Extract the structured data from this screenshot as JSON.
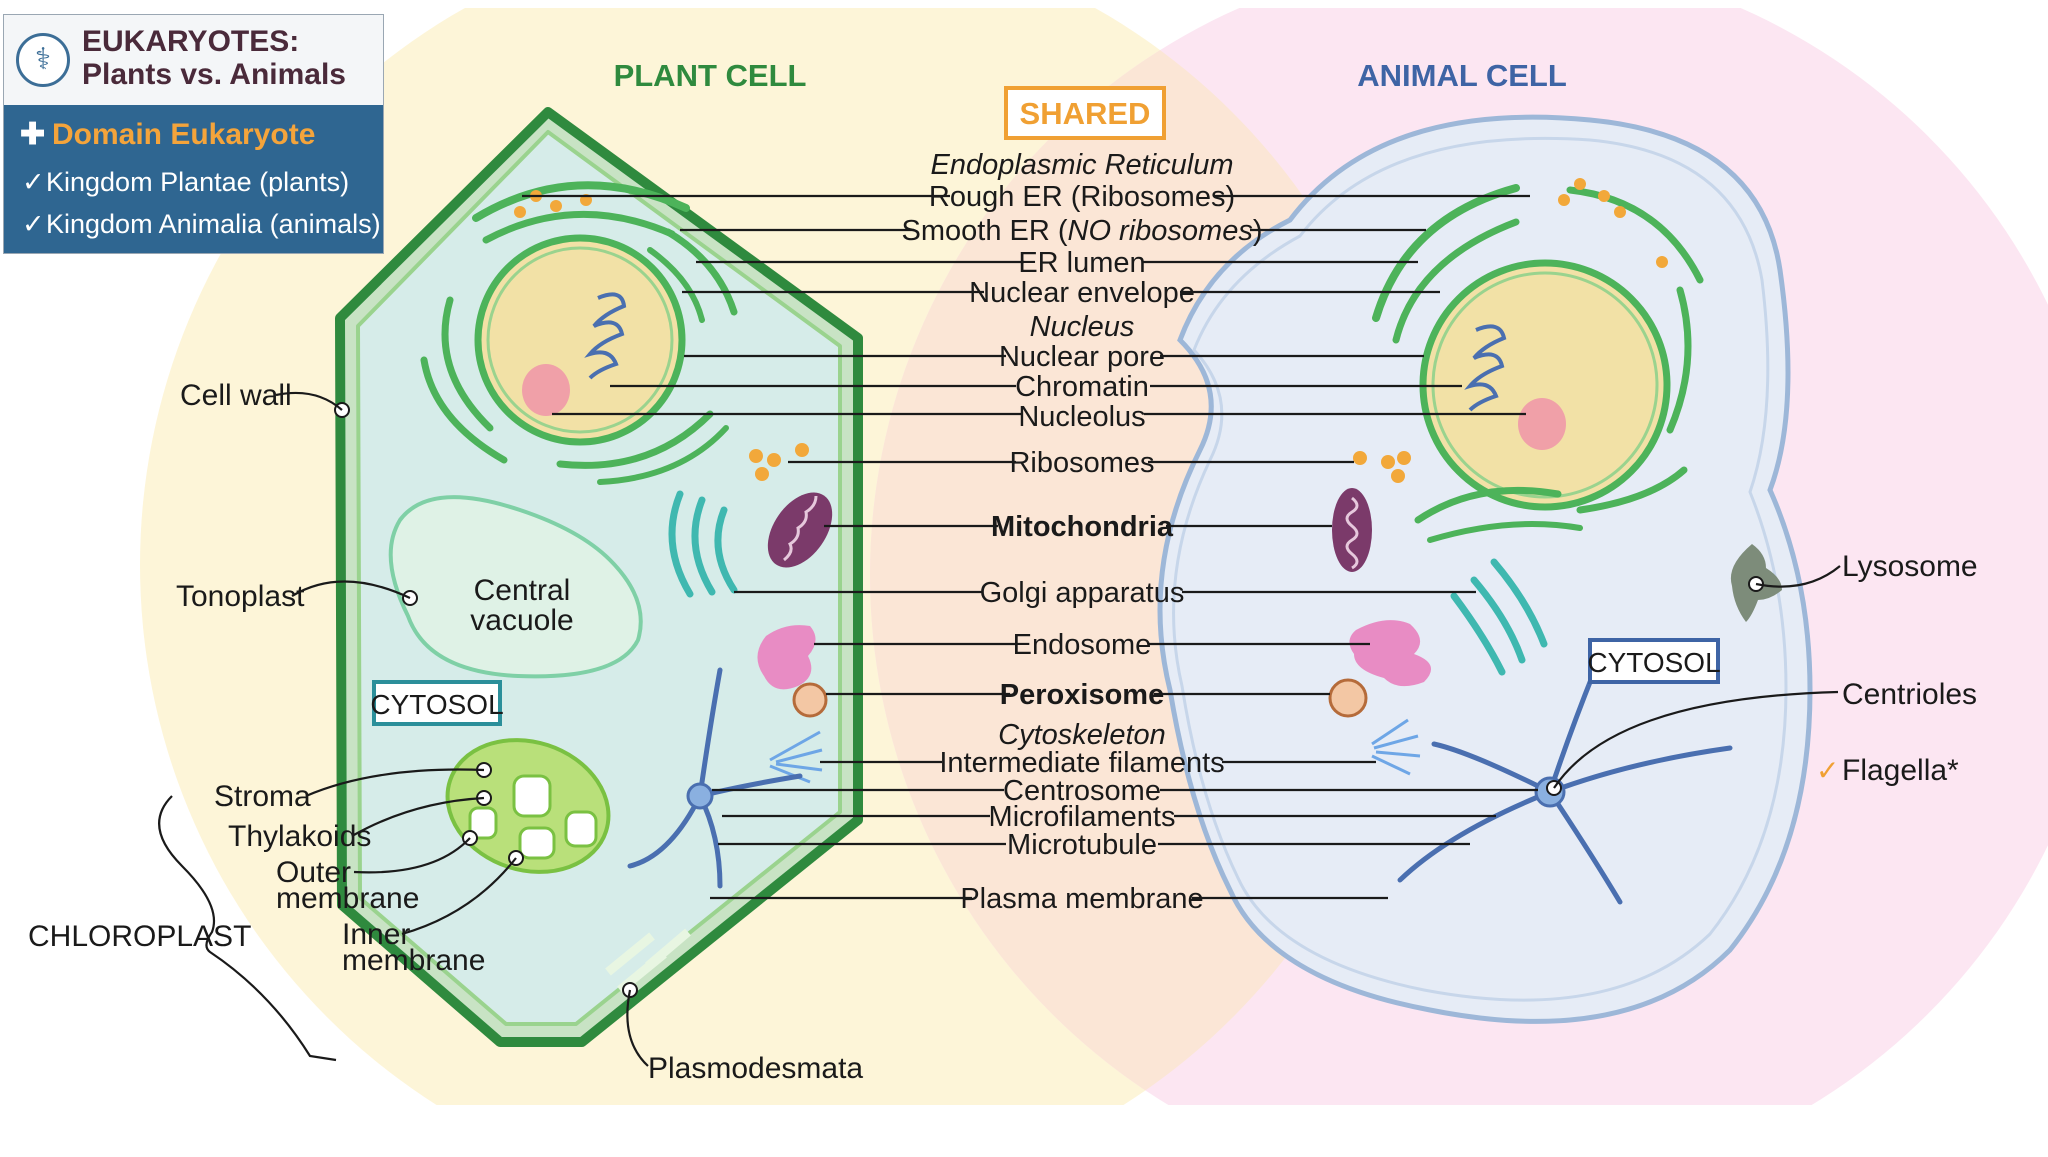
{
  "title_card": {
    "icon": "caduceus-icon",
    "title_line1": "EUKARYOTES:",
    "title_line2": "Plants vs. Animals",
    "domain": "Domain Eukaryote",
    "kingdom1": "Kingdom Plantae (plants)",
    "kingdom2": "Kingdom Animalia (animals)"
  },
  "headers": {
    "plant": "PLANT CELL",
    "animal": "ANIMAL CELL",
    "shared": "SHARED"
  },
  "shared_labels": {
    "er": "Endoplasmic Reticulum",
    "rough_er": "Rough ER (Ribosomes)",
    "smooth_er_a": "Smooth ER (",
    "smooth_er_b": "NO ribosomes",
    "smooth_er_c": ")",
    "er_lumen": "ER lumen",
    "nuclear_envelope": "Nuclear envelope",
    "nucleus": "Nucleus",
    "nuclear_pore": "Nuclear pore",
    "chromatin": "Chromatin",
    "nucleolus": "Nucleolus",
    "ribosomes": "Ribosomes",
    "mitochondria": "Mitochondria",
    "golgi": "Golgi apparatus",
    "endosome": "Endosome",
    "peroxisome": "Peroxisome",
    "cytoskeleton": "Cytoskeleton",
    "intermediate_filaments": "Intermediate filaments",
    "centrosome": "Centrosome",
    "microfilaments": "Microfilaments",
    "microtubule": "Microtubule",
    "plasma_membrane": "Plasma membrane"
  },
  "plant_labels": {
    "cell_wall": "Cell wall",
    "tonoplast": "Tonoplast",
    "central_vacuole_1": "Central",
    "central_vacuole_2": "vacuole",
    "cytosol": "CYTOSOL",
    "stroma": "Stroma",
    "thylakoids": "Thylakoids",
    "outer_membrane_1": "Outer",
    "outer_membrane_2": "membrane",
    "inner_membrane_1": "Inner",
    "inner_membrane_2": "membrane",
    "chloroplast": "CHLOROPLAST",
    "plasmodesmata": "Plasmodesmata"
  },
  "animal_labels": {
    "lysosome": "Lysosome",
    "cytosol": "CYTOSOL",
    "centrioles": "Centrioles",
    "flagella": "Flagella*"
  },
  "colors": {
    "plant_bg": "#fdf5d8",
    "animal_bg": "#fce6f2",
    "overlap_bg": "#fbe6d6",
    "plant_cell_fill": "#d6ece9",
    "plant_wall": "#2f8a3e",
    "animal_cell_fill": "#e6ecf6",
    "animal_membrane": "#9db7d8",
    "er_green": "#4db35a",
    "nucleus_fill": "#f2e1a6",
    "nucleolus": "#f0a0a8",
    "ribosome": "#f2a83a",
    "mitochondria": "#7b3a6a",
    "golgi": "#3fb8b0",
    "endosome": "#e88cc4",
    "peroxisome": "#d89a6a",
    "cytoskeleton": "#4a6fb0",
    "plant_header": "#2f8a3e",
    "animal_header": "#3e64a5",
    "shared_header": "#f0a033"
  }
}
